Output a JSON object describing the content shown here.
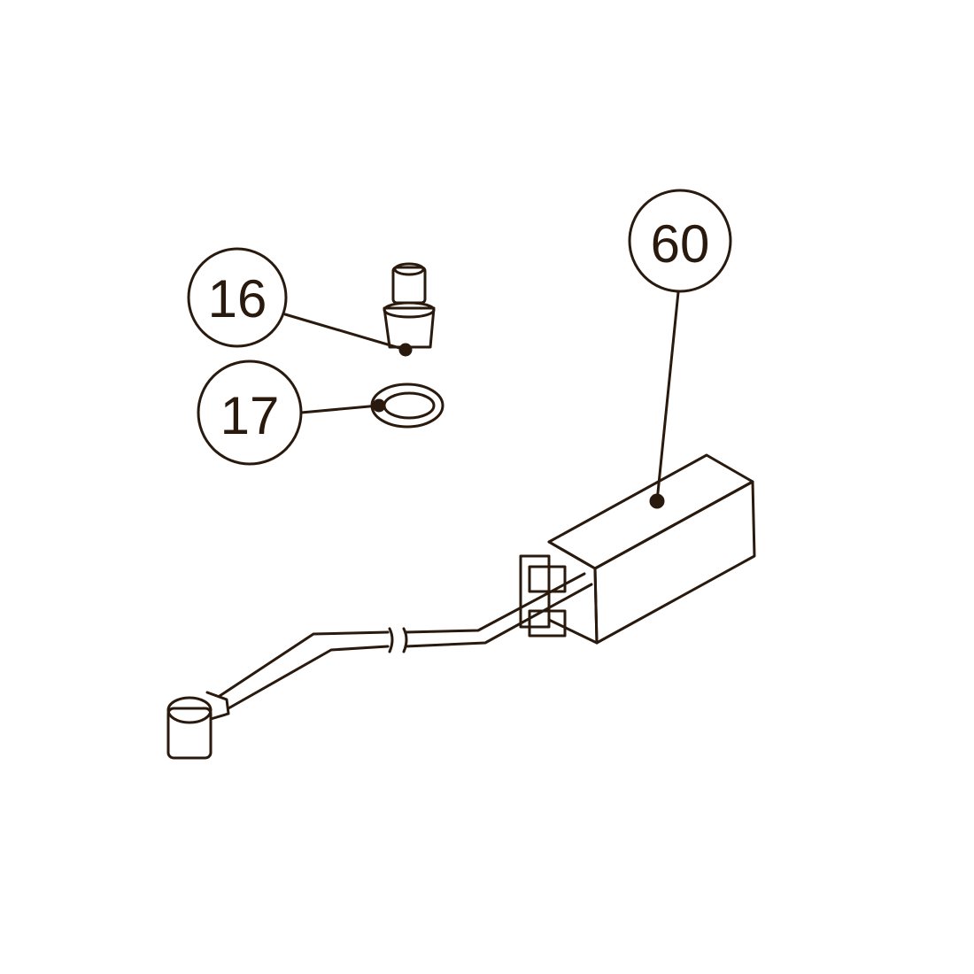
{
  "callouts": [
    {
      "id": "16",
      "label": "16"
    },
    {
      "id": "17",
      "label": "17"
    },
    {
      "id": "60",
      "label": "60"
    }
  ],
  "colors": {
    "line": "#2a1a0e",
    "background": "#ffffff"
  }
}
